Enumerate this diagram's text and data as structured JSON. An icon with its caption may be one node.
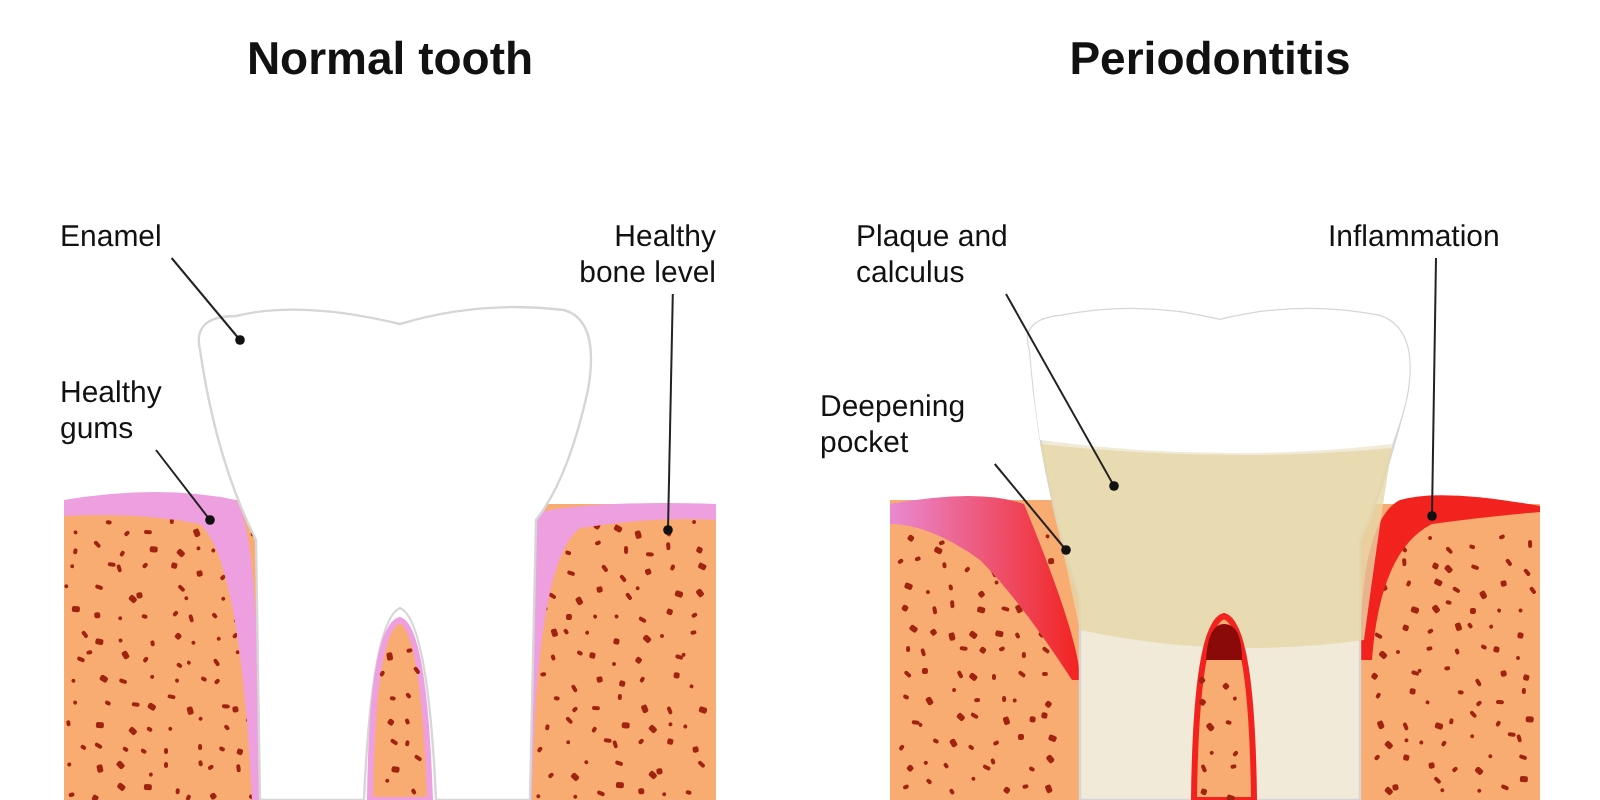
{
  "diagram": {
    "nodes": [
      {
        "text": [
          "Enamel"
        ]
      },
      {
        "text": [
          "Healthy bone level"
        ]
      },
      {
        "text": [
          "Healthy gums"
        ]
      },
      {
        "text": [
          "Plaque and calculus"
        ]
      },
      {
        "text": [
          "Inflammation"
        ]
      },
      {
        "text": [
          "Deepening pocket"
        ]
      }
    ],
    "edges": [
      {
        "from": 0,
        "to": null,
        "arrow": "other"
      },
      {
        "from": 1,
        "to": null,
        "arrow": "other"
      },
      {
        "from": 2,
        "to": null,
        "arrow": "other"
      },
      {
        "from": 3,
        "to": null,
        "arrow": "other"
      },
      {
        "from": 4,
        "to": null,
        "arrow": "other"
      },
      {
        "from": 5,
        "to": null,
        "arrow": "other"
      }
    ],
    "labels": [
      "Normal tooth",
      "Periodontitis"
    ]
  }
}
